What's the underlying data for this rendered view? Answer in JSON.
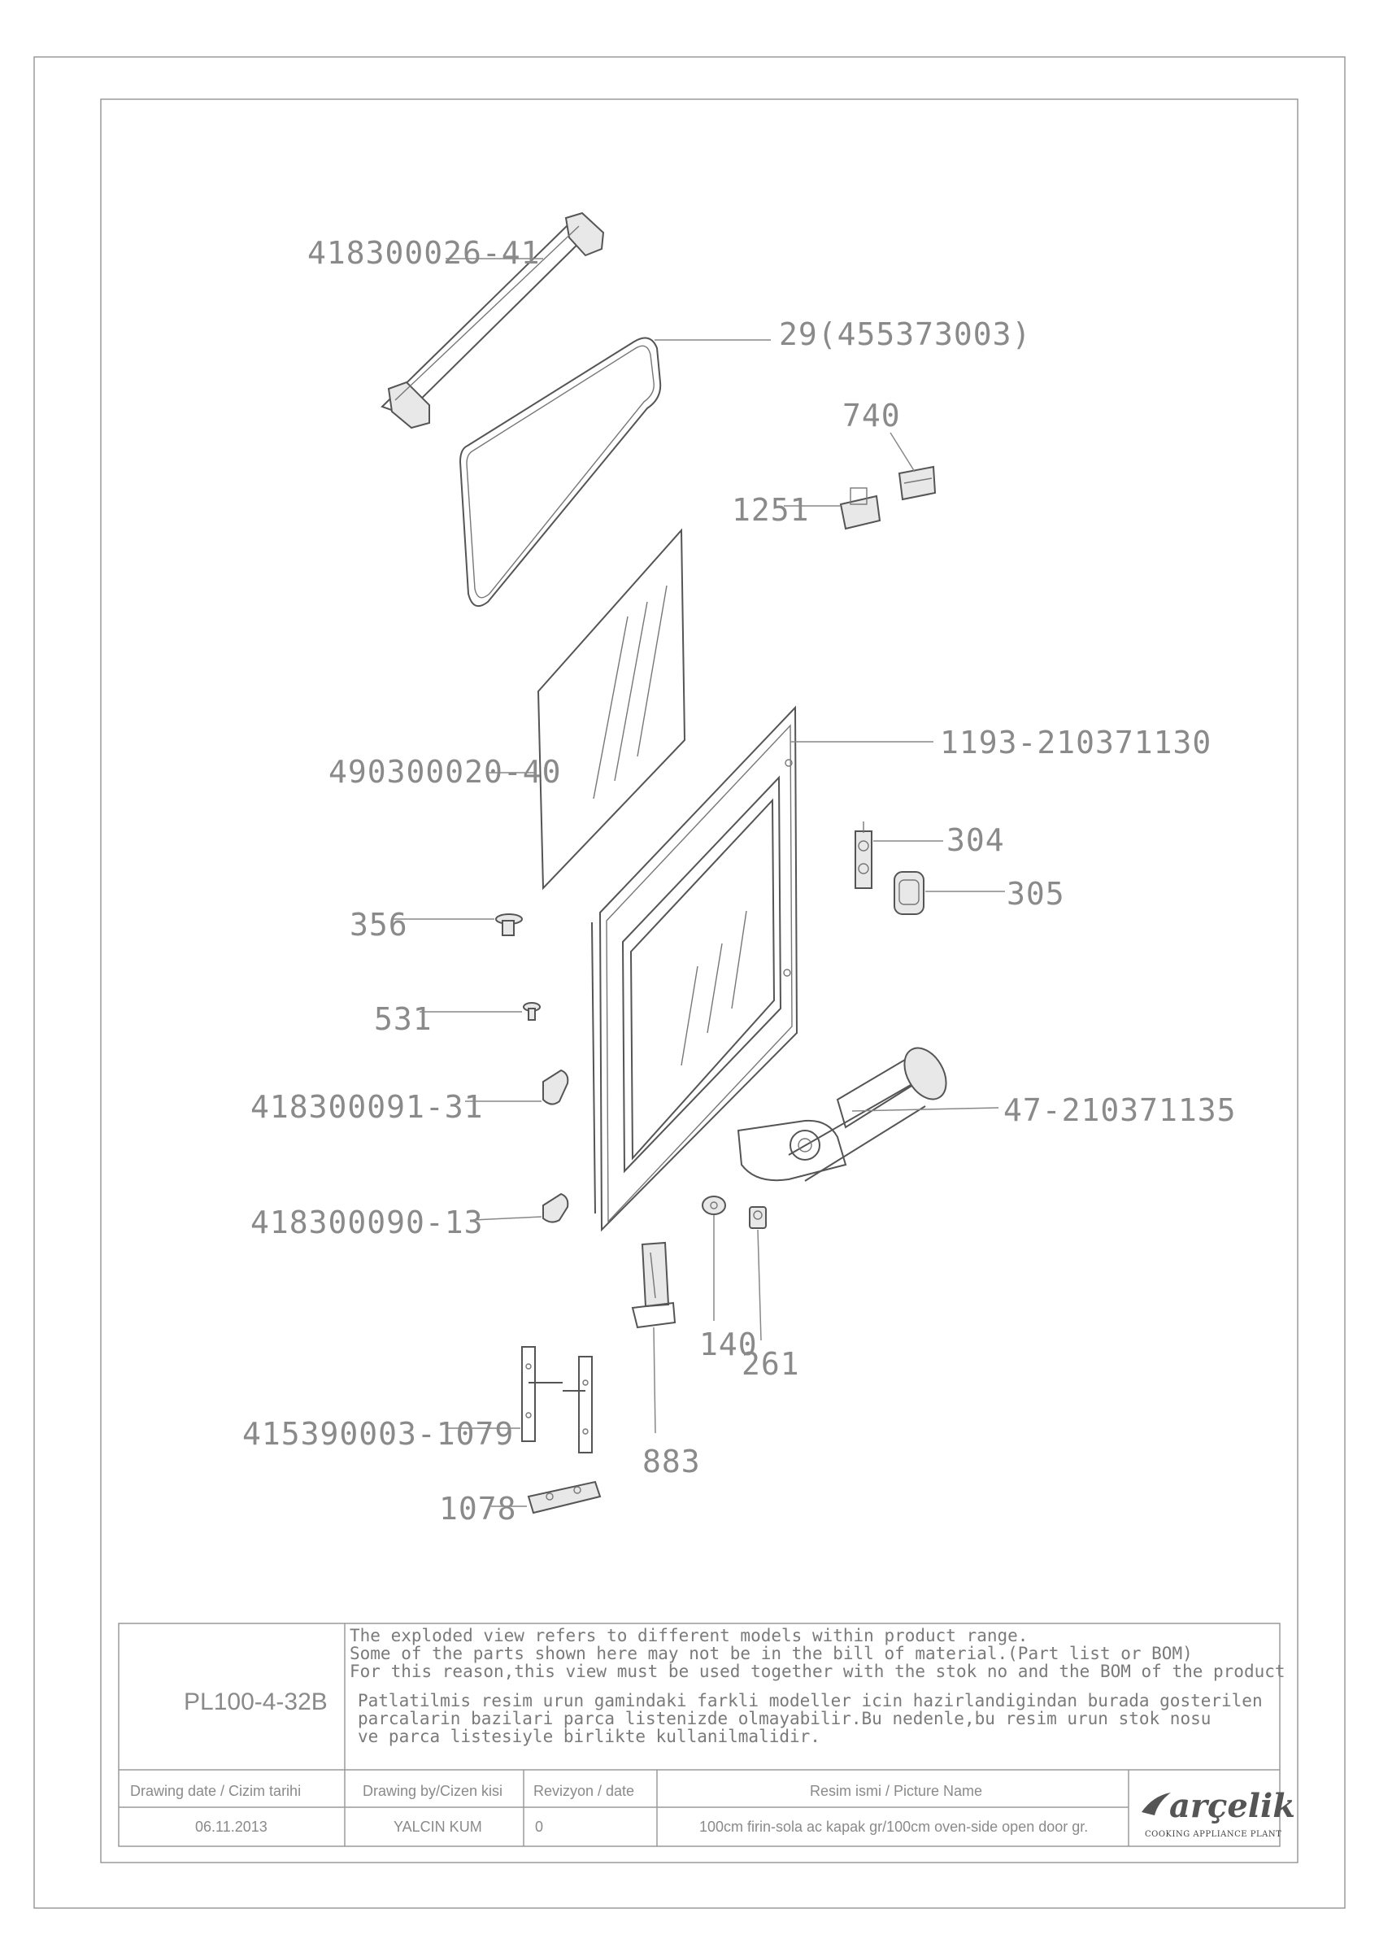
{
  "parts": {
    "p418300026_41": "418300026-41",
    "p29": "29(455373003)",
    "p740": "740",
    "p1251": "1251",
    "p490300020_40": "490300020-40",
    "p1193": "1193-210371130",
    "p304": "304",
    "p305": "305",
    "p356": "356",
    "p531": "531",
    "p418300091_31": "418300091-31",
    "p47": "47-210371135",
    "p418300090_13": "418300090-13",
    "p140": "140",
    "p261": "261",
    "p415390003_1079": "415390003-1079",
    "p883": "883",
    "p1078": "1078"
  },
  "title_block": {
    "code": "PL100-4-32B",
    "note_en_1": "The exploded view refers to different models within product range.",
    "note_en_2": "Some of the parts shown here may not be in the bill of material.(Part list or BOM)",
    "note_en_3": "For this reason,this view must be used together with the stok no and the BOM of the product",
    "note_tr_1": "Patlatilmis resim urun gamindaki farkli modeller icin hazirlandigindan burada gosterilen",
    "note_tr_2": "parcalarin bazilari parca listenizde olmayabilir.Bu nedenle,bu resim urun stok nosu",
    "note_tr_3": "ve parca listesiyle birlikte kullanilmalidir.",
    "date_header": "Drawing date / Cizim tarihi",
    "date_value": "06.11.2013",
    "drawn_by_header": "Drawing by/Cizen kisi",
    "drawn_by_value": "YALCIN KUM",
    "revision_header": "Revizyon / date",
    "revision_value": "0",
    "picture_name_header": "Resim ismi / Picture Name",
    "picture_name_value": "100cm firin-sola ac kapak gr/100cm oven-side open door gr.",
    "brand": "arçelik",
    "plant": "COOKING APPLIANCE PLANT"
  }
}
